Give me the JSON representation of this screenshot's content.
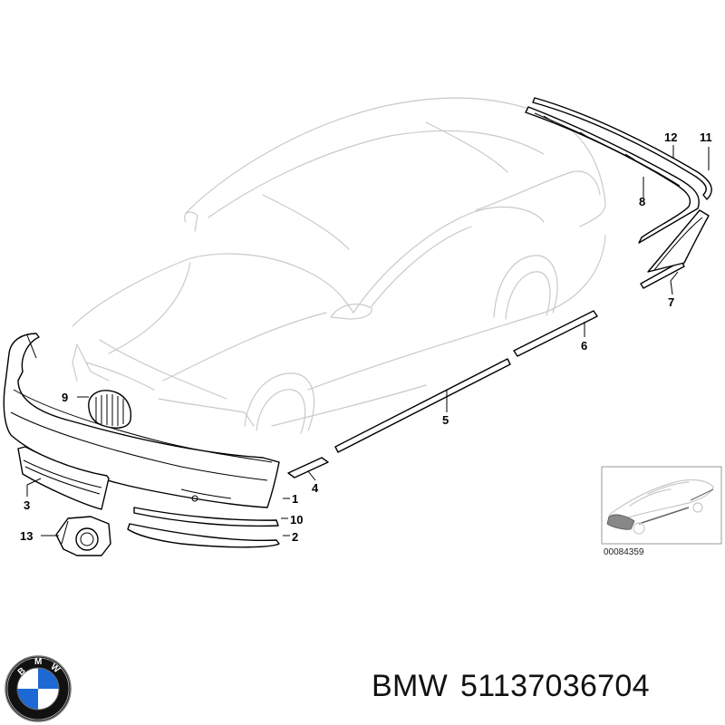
{
  "callouts": [
    {
      "label": "1"
    },
    {
      "label": "2"
    },
    {
      "label": "3"
    },
    {
      "label": "4"
    },
    {
      "label": "5"
    },
    {
      "label": "6"
    },
    {
      "label": "7"
    },
    {
      "label": "8"
    },
    {
      "label": "9"
    },
    {
      "label": "10"
    },
    {
      "label": "11"
    },
    {
      "label": "12"
    },
    {
      "label": "13"
    }
  ],
  "inset": {
    "id": "00084359"
  },
  "caption": {
    "brand": "BMW",
    "part_number": "51137036704"
  },
  "logo": {
    "text": "BMW",
    "colors": {
      "blue": "#1c69d4",
      "ring": "#111111",
      "white": "#ffffff"
    }
  },
  "colors": {
    "ghost": "#c9c9c9",
    "line": "#000000"
  }
}
